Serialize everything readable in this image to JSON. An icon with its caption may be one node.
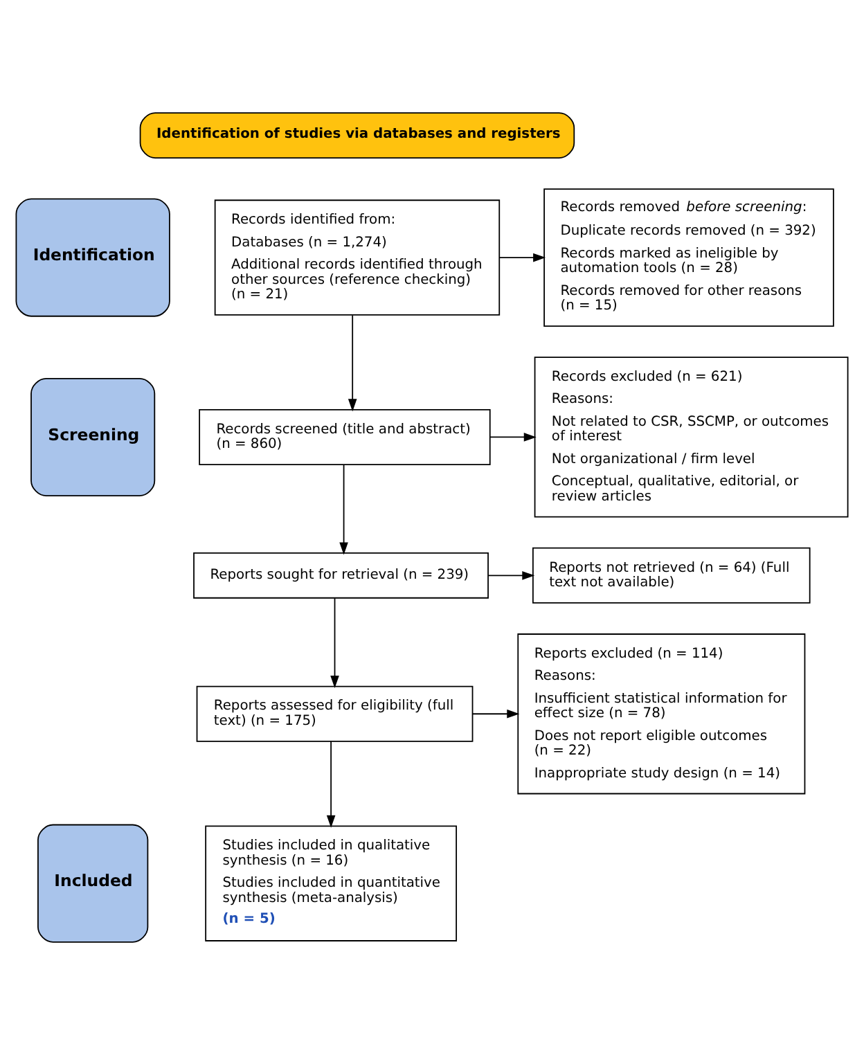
{
  "diagram": {
    "nodes": [
      {
        "text": [
          "Identification of studies via databases and registers"
        ]
      },
      {
        "text": [
          "Identification"
        ]
      },
      {
        "text": [
          "Screening"
        ]
      },
      {
        "text": [
          "Included"
        ]
      },
      {
        "text": [
          "Records identified from:",
          "Databases (n = 1,274)",
          "Additional records identified through other sources (reference checking) (n = 21)"
        ]
      },
      {
        "text": [
          "Records removed *before screening*:",
          "Duplicate records removed (n = 392)",
          "Records marked as ineligible by automation tools (n = 28)",
          "Records removed for other reasons (n = 15)"
        ]
      },
      {
        "text": [
          "Records screened (title and abstract) (n = 860)"
        ]
      },
      {
        "text": [
          "Records excluded (n = 621)",
          "Reasons:",
          "Not related to CSR, SSCMP, or outcomes of interest",
          "Not organizational / firm level",
          "Conceptual, qualitative, editorial, or review articles"
        ]
      },
      {
        "text": [
          "Reports sought for retrieval (n = 239)"
        ]
      },
      {
        "text": [
          "Reports not retrieved (n = 64) (Full text not available)"
        ]
      },
      {
        "text": [
          "Reports assessed for eligibility (full text) (n = 175)"
        ]
      },
      {
        "text": [
          "Reports excluded (n = 114)",
          "Reasons:",
          "Insufficient statistical information for effect size (n = 78)",
          "Does not report eligible outcomes (n = 22)",
          "Inappropriate study design (n = 14)"
        ]
      },
      {
        "text": [
          "Studies included in qualitative synthesis (n = 16)",
          "Studies included in quantitative synthesis (meta-analysis)",
          "(n = 5)"
        ]
      }
    ],
    "edges": [
      {
        "from": 4,
        "to": 5,
        "arrow": "to"
      },
      {
        "from": 4,
        "to": 6,
        "arrow": "to"
      },
      {
        "from": 6,
        "to": 7,
        "arrow": "to"
      },
      {
        "from": 6,
        "to": 8,
        "arrow": "to"
      },
      {
        "from": 8,
        "to": 9,
        "arrow": "to"
      },
      {
        "from": 8,
        "to": 10,
        "arrow": "to"
      },
      {
        "from": 10,
        "to": 11,
        "arrow": "to"
      },
      {
        "from": 10,
        "to": 12,
        "arrow": "to"
      }
    ]
  }
}
